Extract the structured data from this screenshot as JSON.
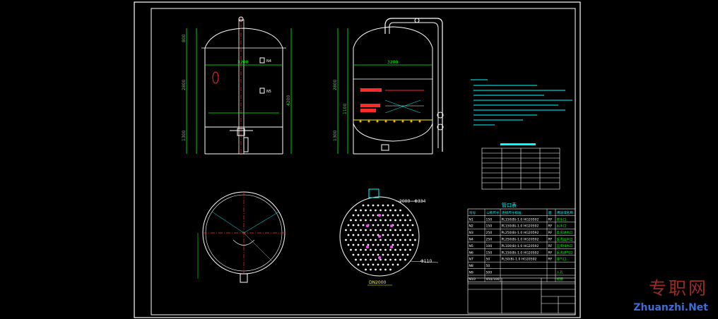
{
  "drawing": {
    "dimensions": {
      "left_heights": [
        "800",
        "2800",
        "1300"
      ],
      "left_width": "3200",
      "left_total": "4200",
      "right_heights": [
        "2800",
        "1100",
        "1300"
      ],
      "right_width": "3200"
    },
    "sieve_label": "2000—Φ334",
    "nozzle_label": "Φ110",
    "plate_caption": "DN2000"
  },
  "nozzle_table": {
    "title": "管口表",
    "headers": [
      "符号",
      "公称尺寸",
      "连接尺寸标准",
      "面",
      "用途或名称"
    ],
    "rows": [
      [
        "N1",
        "150",
        "PL150(B)-1.0 HG20592",
        "RF",
        "进水口"
      ],
      [
        "N2",
        "150",
        "PL150(B)-1.0 HG20592",
        "RF",
        "出水口"
      ],
      [
        "N3",
        "250",
        "PL250(B)-1.0 HG20592",
        "RF",
        "反洗进水口"
      ],
      [
        "N4",
        "250",
        "PL250(B)-1.0 HG20592",
        "RF",
        "反洗出水口"
      ],
      [
        "N5",
        "100",
        "PL100(B)-1.0 HG20592",
        "RF",
        "正洗排水口"
      ],
      [
        "N6",
        "150",
        "PL150(B)-1.0 HG20592",
        "RF",
        "反洗进气口"
      ],
      [
        "N7",
        "50",
        "PL50(B)-1.0 HG20592",
        "RF",
        "排气口"
      ],
      [
        "N8",
        "50",
        "",
        "",
        ""
      ],
      [
        "N9",
        "500",
        "",
        "",
        "人孔"
      ],
      [
        "N10",
        "450/100",
        "",
        "",
        "视镜"
      ]
    ]
  },
  "watermark": {
    "cn": "专职网",
    "en": "Zhuanzhi.Net"
  },
  "colors": {
    "frame": "#ffffff",
    "green": "#00ff00",
    "red": "#ff2a2a",
    "cyan": "#00ffff",
    "yellow": "#ffff00",
    "magenta": "#ff40ff"
  }
}
